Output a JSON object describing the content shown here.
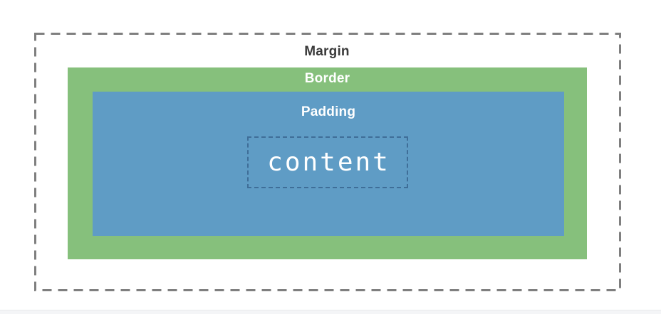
{
  "diagram": {
    "margin_label": "Margin",
    "border_label": "Border",
    "padding_label": "Padding",
    "content_label": "content"
  },
  "colors": {
    "border_fill": "#86c07c",
    "padding_fill": "#5f9cc5",
    "margin_dash": "#7f7f7f",
    "content_dash": "#3f6e98",
    "margin_text": "#3a3a3a",
    "inner_text": "#ffffff"
  }
}
